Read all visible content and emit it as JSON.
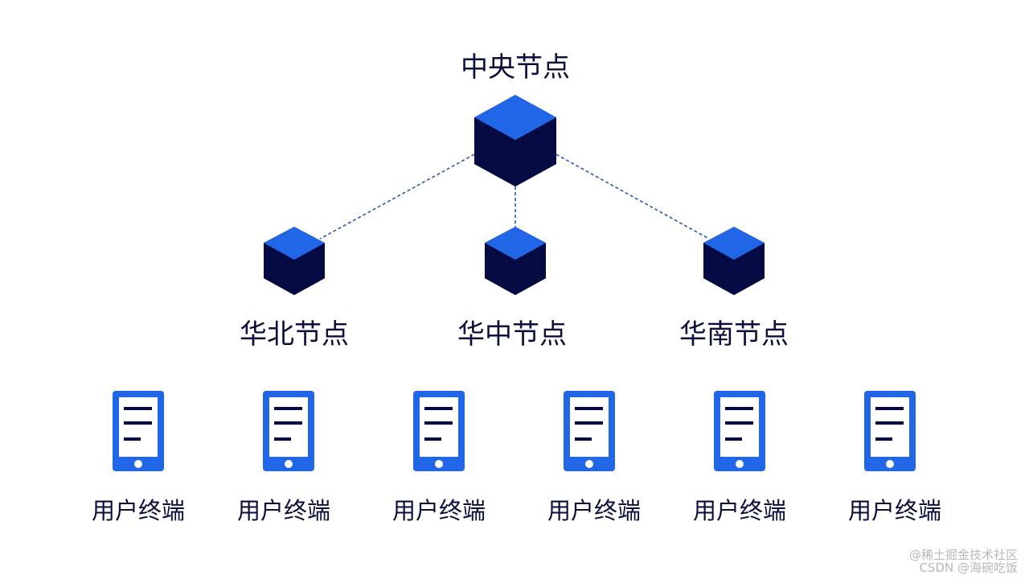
{
  "central_node": {
    "label": "中央节点"
  },
  "region_nodes": [
    {
      "label": "华北节点"
    },
    {
      "label": "华中节点"
    },
    {
      "label": "华南节点"
    }
  ],
  "terminals": [
    {
      "label": "用户终端"
    },
    {
      "label": "用户终端"
    },
    {
      "label": "用户终端"
    },
    {
      "label": "用户终端"
    },
    {
      "label": "用户终端"
    },
    {
      "label": "用户终端"
    }
  ],
  "watermark": {
    "line1": "@稀土掘金技术社区",
    "line2": "CSDN @海碗吃饭"
  },
  "colors": {
    "cube_top": "#2166e6",
    "cube_side": "#050a42",
    "phone_body": "#2166e6",
    "phone_screen": "#ffffff",
    "phone_lines": "#050a42",
    "link": "#2c56b0",
    "text": "#0a0f3c"
  }
}
